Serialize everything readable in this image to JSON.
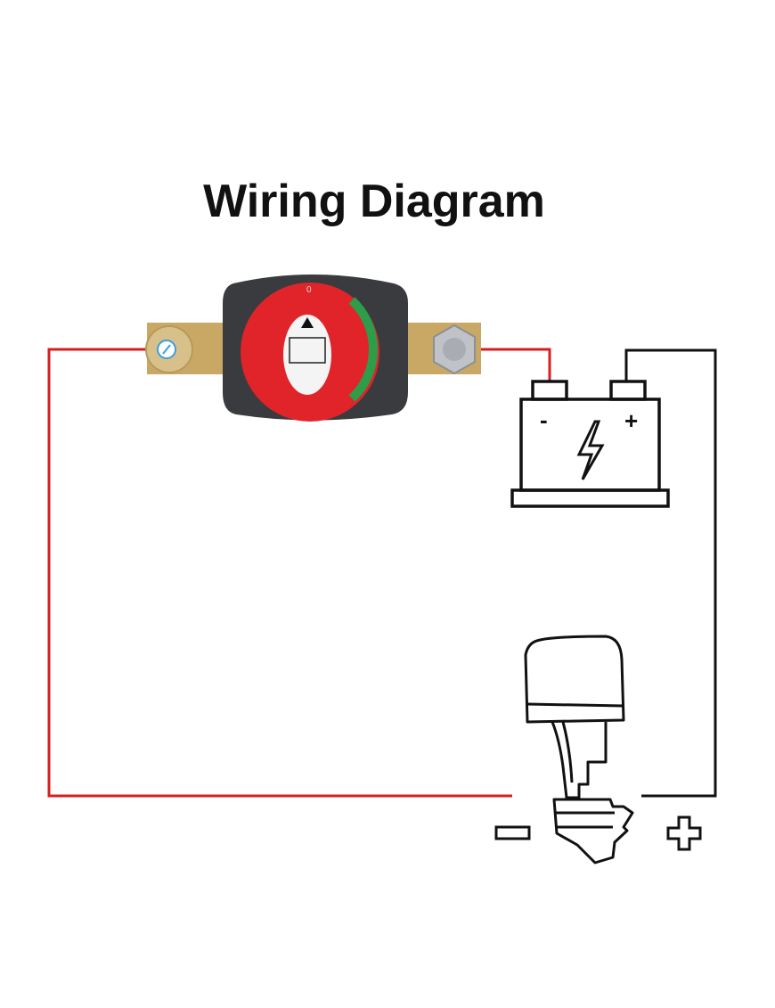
{
  "title": "Wiring Diagram",
  "components": {
    "switch": {
      "name": "battery-disconnect-switch",
      "knob_label_top": "0",
      "knob_icon": "battery-icon"
    },
    "battery": {
      "negative_label": "-",
      "positive_label": "+",
      "icon": "lightning-icon"
    },
    "motor": {
      "name": "outboard-motor",
      "negative_symbol": "minus",
      "positive_symbol": "plus"
    }
  },
  "colors": {
    "negative_wire": "#d61f1f",
    "positive_wire": "#111111",
    "knob": "#e0242a",
    "switch_body": "#3a3b3e",
    "brass": "#c9a865",
    "on_arc": "#2e9d4a"
  }
}
